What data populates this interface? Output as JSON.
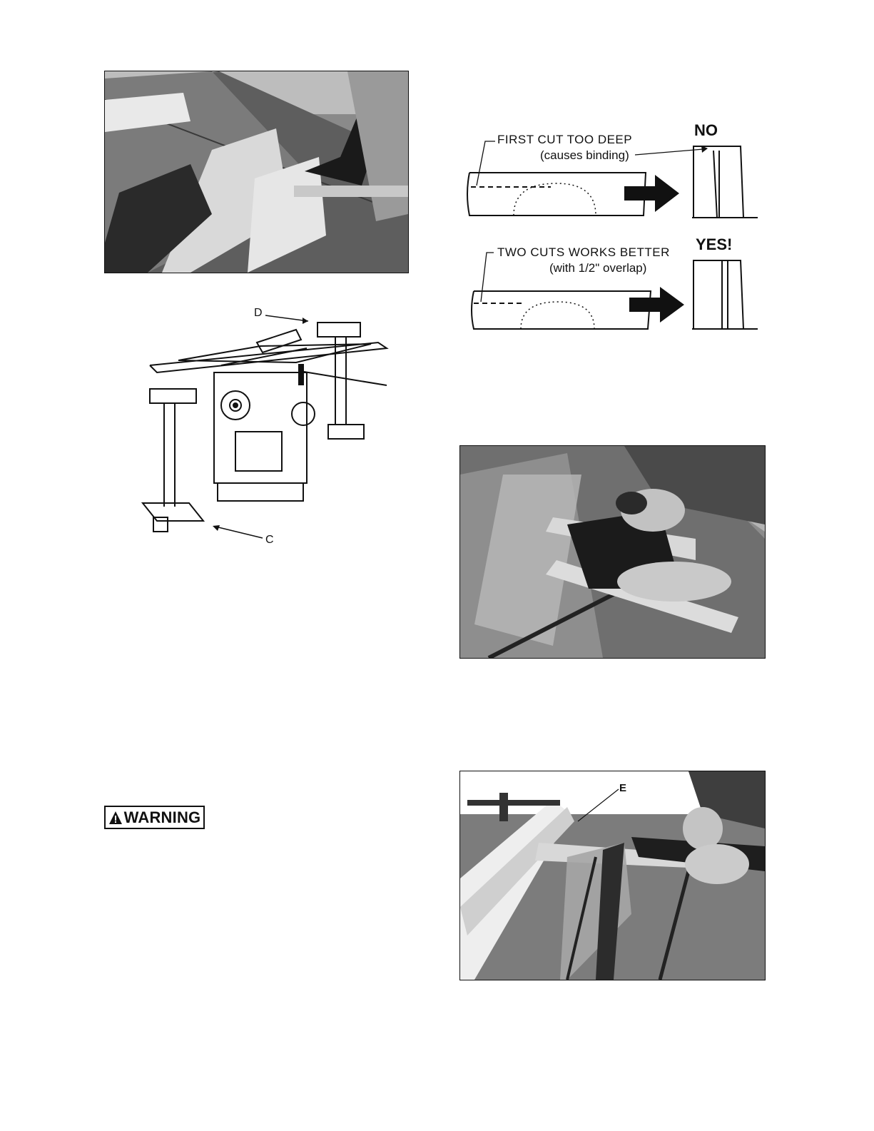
{
  "figures": {
    "stand_labels": {
      "d": "D",
      "c": "C"
    },
    "cut_diagram": {
      "no_label": "NO",
      "yes_label": "YES!",
      "first_cut_line1": "FIRST CUT TOO DEEP",
      "first_cut_line2": "(causes binding)",
      "two_cuts_line1": "TWO CUTS WORKS BETTER",
      "two_cuts_line2": "(with 1/2\" overlap)"
    },
    "photo_e_label": "E"
  },
  "warning": {
    "label": "WARNING",
    "icon": "warning-triangle-icon"
  }
}
